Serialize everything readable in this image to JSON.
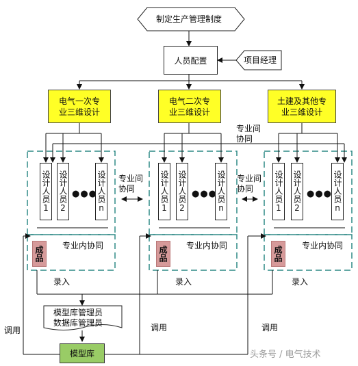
{
  "top": {
    "label": "制定生产管理制度"
  },
  "staffing": {
    "label": "人员配置"
  },
  "pm": {
    "label": "项目经理"
  },
  "disciplines": [
    {
      "label": "电气一次专业三维设计"
    },
    {
      "label": "电气二次专业三维设计"
    },
    {
      "label": "土建及其他专业三维设计"
    }
  ],
  "designer_prefix": "设计人员",
  "designer_indices": [
    "1",
    "2",
    "n"
  ],
  "ellipsis": "●●●",
  "cross_collab": "专业间协同",
  "intra_collab": "专业内协同",
  "product": "成品",
  "record": "录入",
  "invoke": "调用",
  "library_admin": {
    "line1": "模型库管理员",
    "line2": "数据库管理员"
  },
  "library": {
    "label": "模型库"
  },
  "watermark": "头条号 / 电气技术"
}
